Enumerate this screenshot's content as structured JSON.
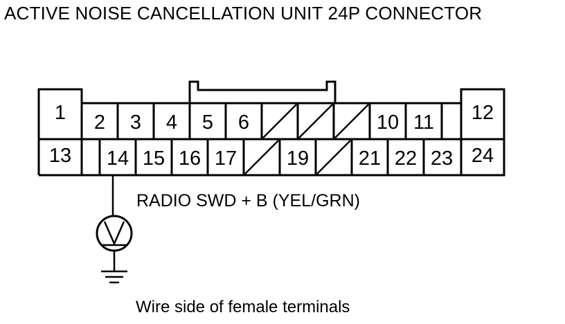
{
  "title": "ACTIVE NOISE CANCELLATION UNIT 24P CONNECTOR",
  "caption": "Wire side of female terminals",
  "wire_label": "RADIO SWD + B (YEL/GRN)",
  "meter_symbol": "V",
  "pins": {
    "p1": "1",
    "p2": "2",
    "p3": "3",
    "p4": "4",
    "p5": "5",
    "p6": "6",
    "p10": "10",
    "p11": "11",
    "p12": "12",
    "p13": "13",
    "p14": "14",
    "p15": "15",
    "p16": "16",
    "p17": "17",
    "p19": "19",
    "p21": "21",
    "p22": "22",
    "p23": "23",
    "p24": "24"
  },
  "icons": {
    "meter": "voltmeter-icon",
    "ground": "ground-icon"
  }
}
